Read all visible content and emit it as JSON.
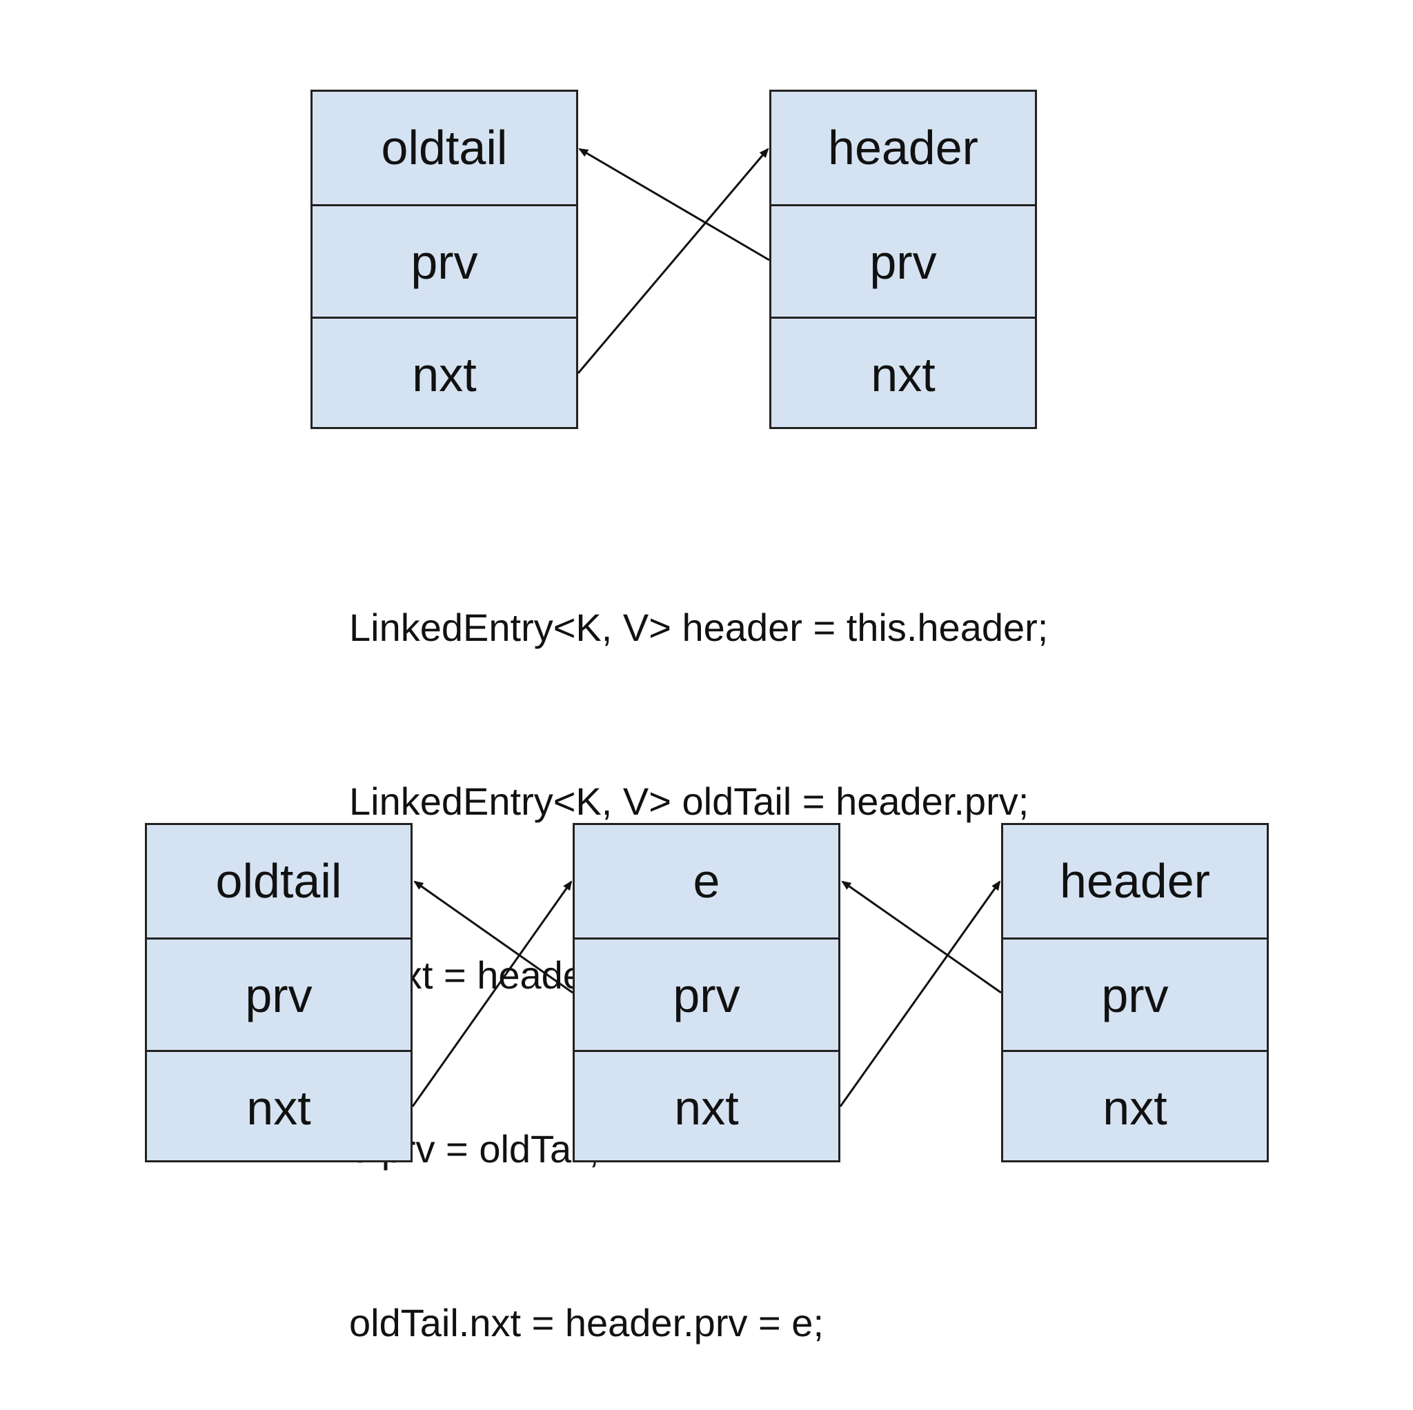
{
  "top_row": [
    {
      "title": "oldtail",
      "field_prv": "prv",
      "field_nxt": "nxt"
    },
    {
      "title": "header",
      "field_prv": "prv",
      "field_nxt": "nxt"
    }
  ],
  "code_lines": [
    "LinkedEntry<K, V> header = this.header;",
    "LinkedEntry<K, V> oldTail = header.prv;",
    "e.nxt = header;",
    "e.prv = oldTail;",
    "oldTail.nxt = header.prv = e;"
  ],
  "bottom_row": [
    {
      "title": "oldtail",
      "field_prv": "prv",
      "field_nxt": "nxt"
    },
    {
      "title": "e",
      "field_prv": "prv",
      "field_nxt": "nxt"
    },
    {
      "title": "header",
      "field_prv": "prv",
      "field_nxt": "nxt"
    }
  ],
  "colors": {
    "node_fill": "#d5e2f1",
    "border": "#222222",
    "arrow": "#111111"
  }
}
